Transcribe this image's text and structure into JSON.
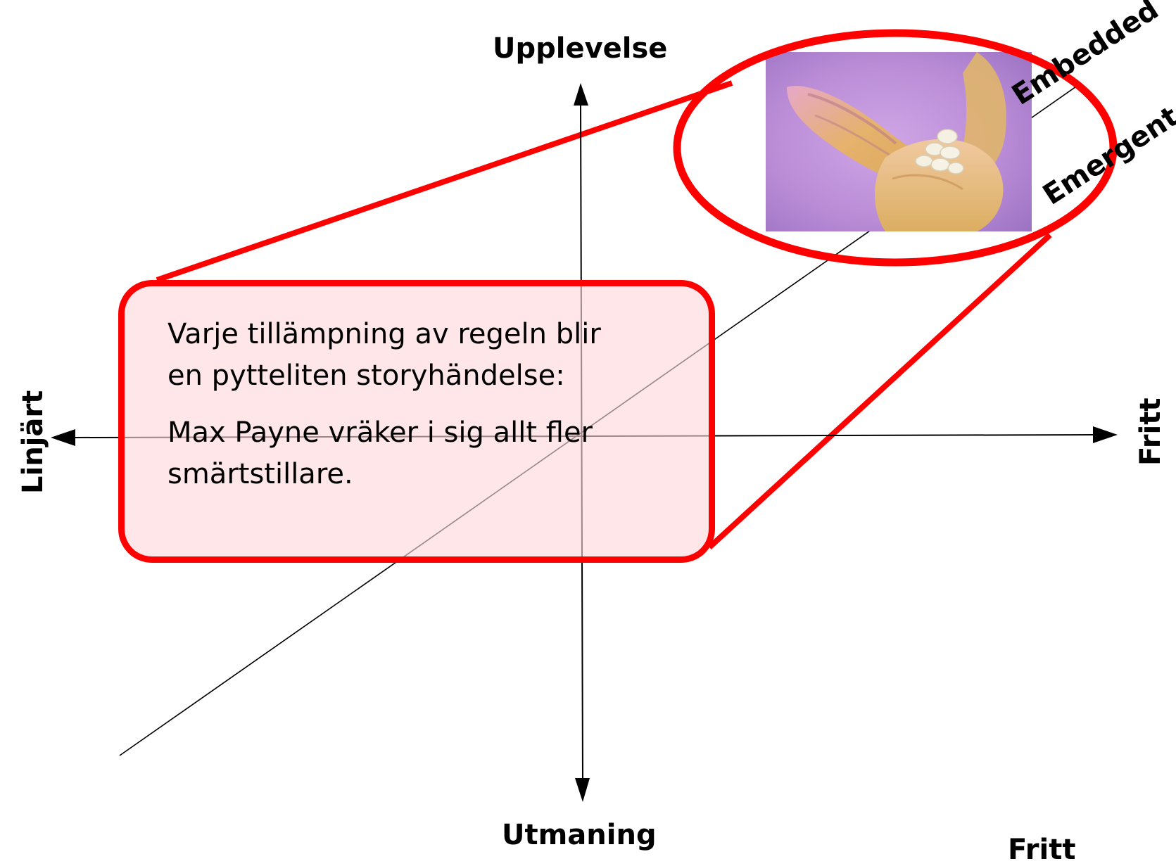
{
  "diagram": {
    "axis_labels": {
      "top": "Upplevelse",
      "bottom": "Utmaning",
      "left": "Linjärt",
      "right": "Fritt",
      "diagonal_upper": "Embedded",
      "diagonal_lower": "Emergent",
      "bottom_right": "Fritt"
    },
    "callout": {
      "text_line1": "Varje tillämpning av regeln blir",
      "text_line2": "en pytteliten storyhändelse:",
      "text_line3": "Max Payne vräker i sig allt fler",
      "text_line4": "smärtstillare."
    },
    "photo": {
      "subject": "hand-holding-pills",
      "background_color": "#b98bd6",
      "hand_color": "#e6b26c",
      "pill_color": "#f4f0e2"
    },
    "colors": {
      "highlight": "#ff0000",
      "callout_fill": "#ffd6dc",
      "axis": "#000000"
    }
  }
}
